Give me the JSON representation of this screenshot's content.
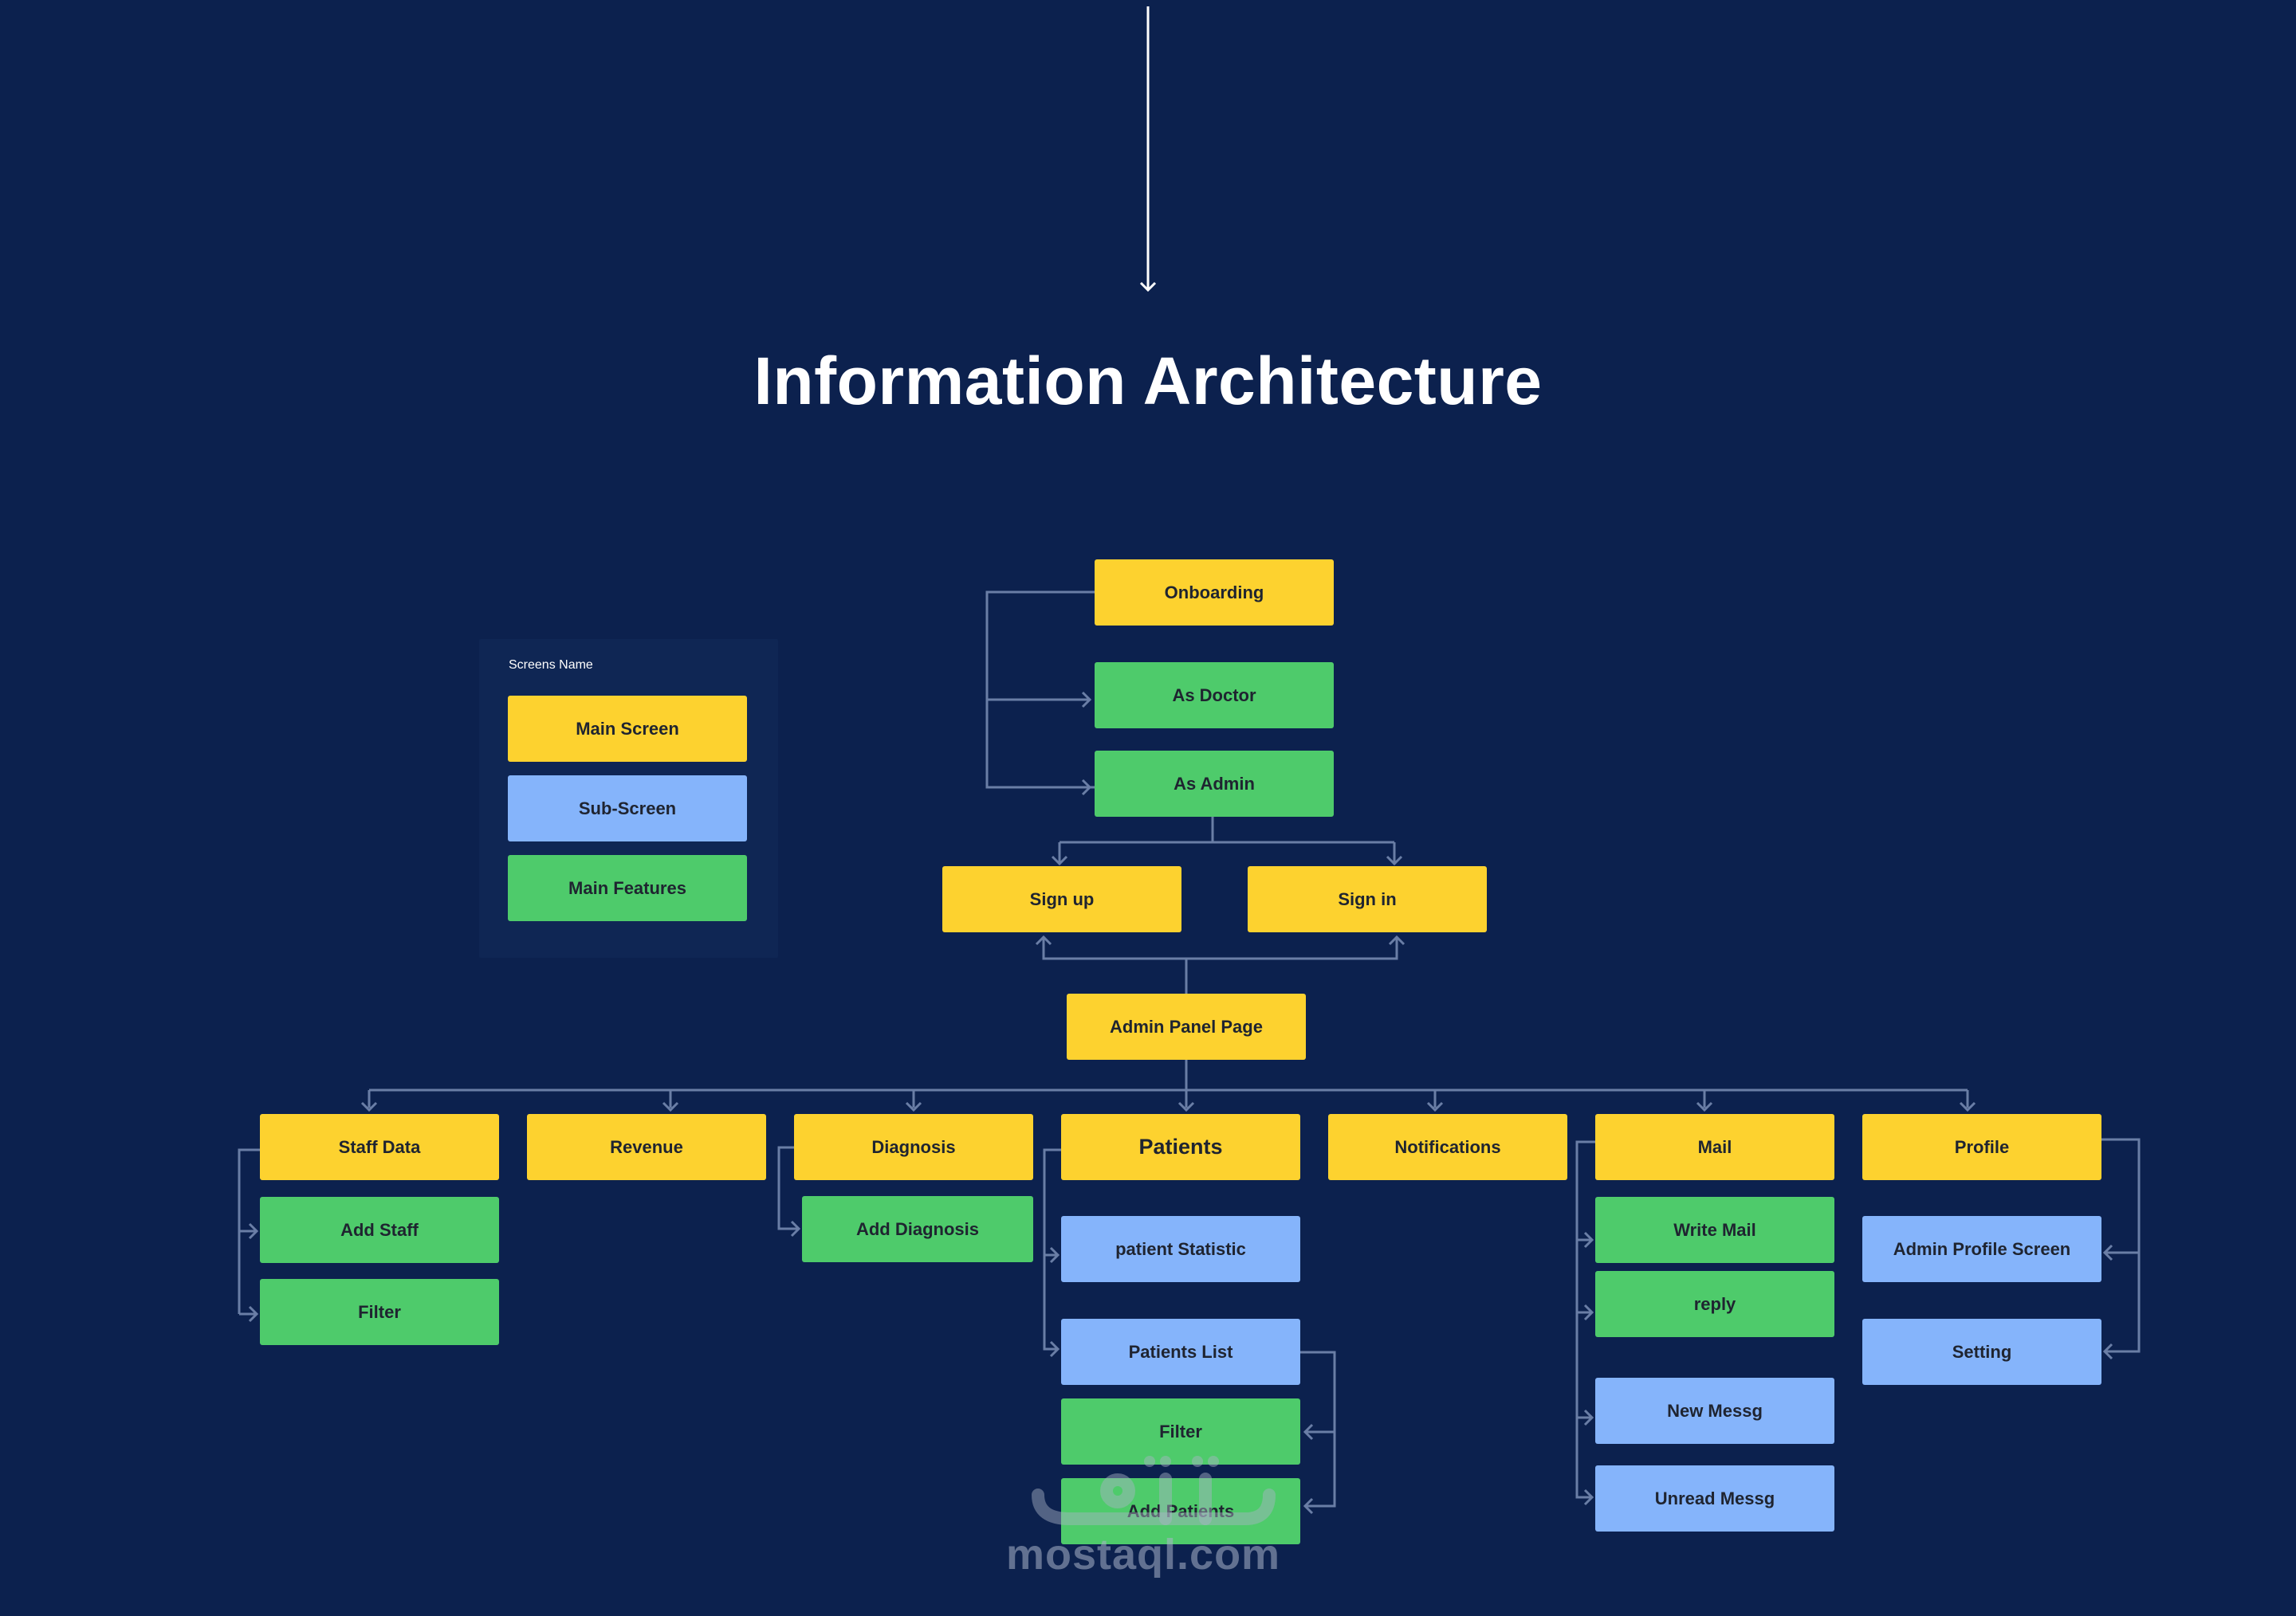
{
  "title": "Information Architecture",
  "colors": {
    "background": "#0c214e",
    "main_screen": "#fdd22f",
    "sub_screen": "#85b4fb",
    "main_feature": "#4ecb6b",
    "connector": "#6a7ea6",
    "legend_panel": "#0f2654"
  },
  "legend": {
    "title": "Screens Name",
    "items": [
      {
        "label": "Main Screen",
        "kind": "main"
      },
      {
        "label": "Sub-Screen",
        "kind": "sub"
      },
      {
        "label": "Main Features",
        "kind": "feature"
      }
    ]
  },
  "nodes": {
    "onboarding": {
      "label": "Onboarding",
      "kind": "main"
    },
    "as_doctor": {
      "label": "As Doctor",
      "kind": "feature"
    },
    "as_admin": {
      "label": "As Admin",
      "kind": "feature"
    },
    "sign_up": {
      "label": "Sign up",
      "kind": "main"
    },
    "sign_in": {
      "label": "Sign in",
      "kind": "main"
    },
    "admin_panel": {
      "label": "Admin Panel Page",
      "kind": "main"
    },
    "staff_data": {
      "label": "Staff Data",
      "kind": "main"
    },
    "add_staff": {
      "label": "Add Staff",
      "kind": "feature"
    },
    "staff_filter": {
      "label": "Filter",
      "kind": "feature"
    },
    "revenue": {
      "label": "Revenue",
      "kind": "main"
    },
    "diagnosis": {
      "label": "Diagnosis",
      "kind": "main"
    },
    "add_diagnosis": {
      "label": "Add Diagnosis",
      "kind": "feature"
    },
    "patients": {
      "label": "Patients",
      "kind": "main"
    },
    "patient_statistic": {
      "label": "patient Statistic",
      "kind": "sub"
    },
    "patients_list": {
      "label": "Patients List",
      "kind": "sub"
    },
    "patients_filter": {
      "label": "Filter",
      "kind": "feature"
    },
    "add_patients": {
      "label": "Add Patients",
      "kind": "feature"
    },
    "notifications": {
      "label": "Notifications",
      "kind": "main"
    },
    "mail": {
      "label": "Mail",
      "kind": "main"
    },
    "write_mail": {
      "label": "Write Mail",
      "kind": "feature"
    },
    "reply": {
      "label": "reply",
      "kind": "feature"
    },
    "new_messg": {
      "label": "New Messg",
      "kind": "sub"
    },
    "unread_messg": {
      "label": "Unread Messg",
      "kind": "sub"
    },
    "profile": {
      "label": "Profile",
      "kind": "main"
    },
    "admin_profile": {
      "label": "Admin Profile Screen",
      "kind": "sub"
    },
    "setting": {
      "label": "Setting",
      "kind": "sub"
    }
  },
  "watermark": {
    "text": "mostaql.com"
  }
}
